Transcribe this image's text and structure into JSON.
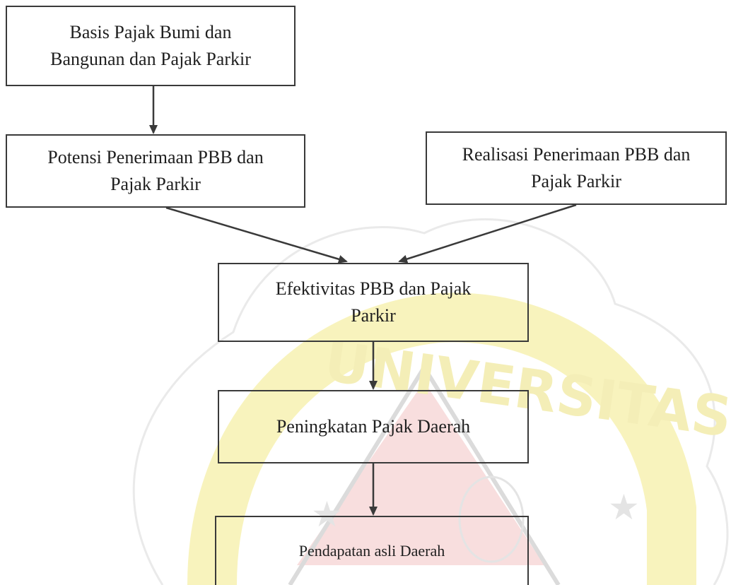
{
  "diagram": {
    "nodes": {
      "basis": "Basis Pajak Bumi dan\nBangunan dan Pajak Parkir",
      "potensi": "Potensi Penerimaan PBB dan\nPajak Parkir",
      "realisasi": "Realisasi Penerimaan PBB dan\nPajak Parkir",
      "efektivitas": "Efektivitas PBB dan Pajak\nParkir",
      "peningkatan": "Peningkatan Pajak Daerah",
      "pendapatan": "Pendapatan asli Daerah"
    },
    "edges": [
      {
        "from": "basis",
        "to": "potensi"
      },
      {
        "from": "potensi",
        "to": "efektivitas"
      },
      {
        "from": "realisasi",
        "to": "efektivitas"
      },
      {
        "from": "efektivitas",
        "to": "peningkatan"
      },
      {
        "from": "peningkatan",
        "to": "pendapatan"
      }
    ]
  },
  "watermark": {
    "text": "UNIVERSITAS",
    "colors": {
      "yellow": "#f6f0a8",
      "red": "#f3c7c7",
      "outline": "#d9d9d9"
    }
  },
  "colors": {
    "border": "#3a3a3a",
    "arrow": "#3a3a3a",
    "text": "#1f1f1f"
  }
}
